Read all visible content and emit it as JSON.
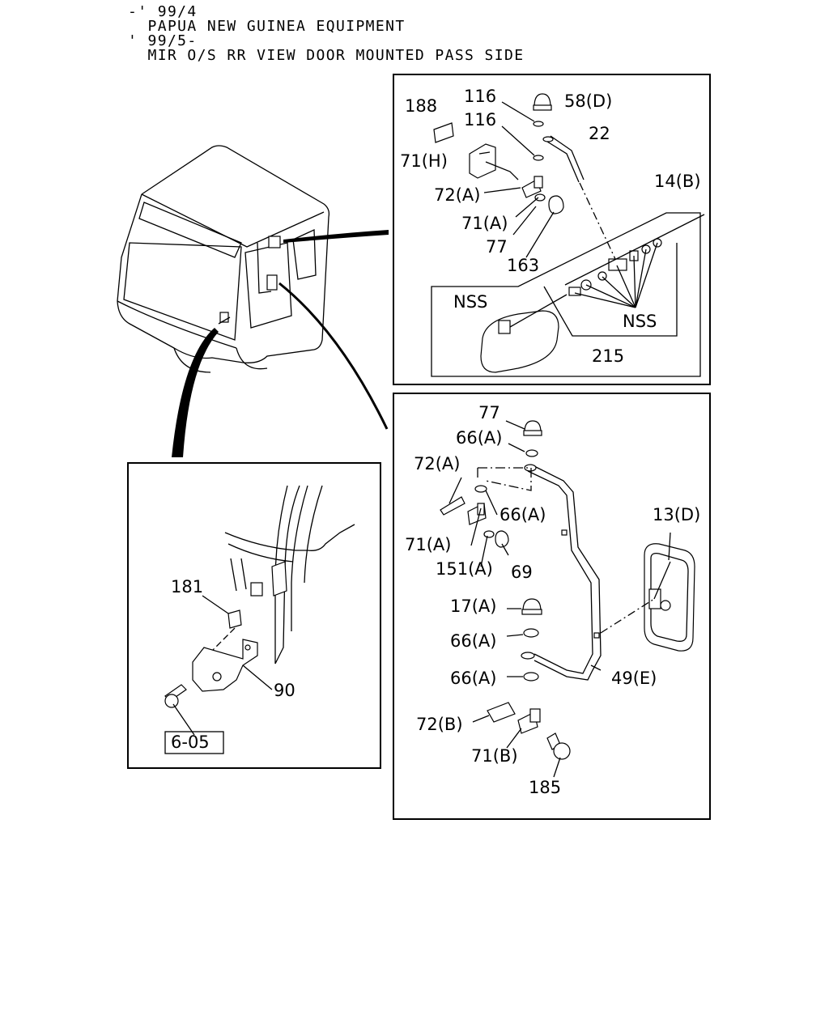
{
  "header": {
    "line1": "-' 99/4",
    "line2": "  PAPUA NEW GUINEA EQUIPMENT",
    "line3": "' 99/5-",
    "line4": "  MIR O/S RR VIEW DOOR MOUNTED PASS SIDE"
  },
  "top_panel": {
    "labels": {
      "p116a": "116",
      "p116b": "116",
      "p58d": "58(D)",
      "p188": "188",
      "p22": "22",
      "p71h": "71(H)",
      "p14b": "14(B)",
      "p72a": "72(A)",
      "p71a": "71(A)",
      "p77": "77",
      "p163": "163",
      "nss_left": "NSS",
      "nss_right": "NSS",
      "p215": "215"
    }
  },
  "bottom_panel": {
    "labels": {
      "p77": "77",
      "p66a1": "66(A)",
      "p72a": "72(A)",
      "p66a2": "66(A)",
      "p13d": "13(D)",
      "p71a": "71(A)",
      "p151a": "151(A)",
      "p69": "69",
      "p17a": "17(A)",
      "p66a3": "66(A)",
      "p66a4": "66(A)",
      "p49e": "49(E)",
      "p72b": "72(B)",
      "p71b": "71(B)",
      "p185": "185"
    }
  },
  "left_panel": {
    "labels": {
      "p181": "181",
      "p90": "90",
      "ref": "6-05"
    }
  }
}
